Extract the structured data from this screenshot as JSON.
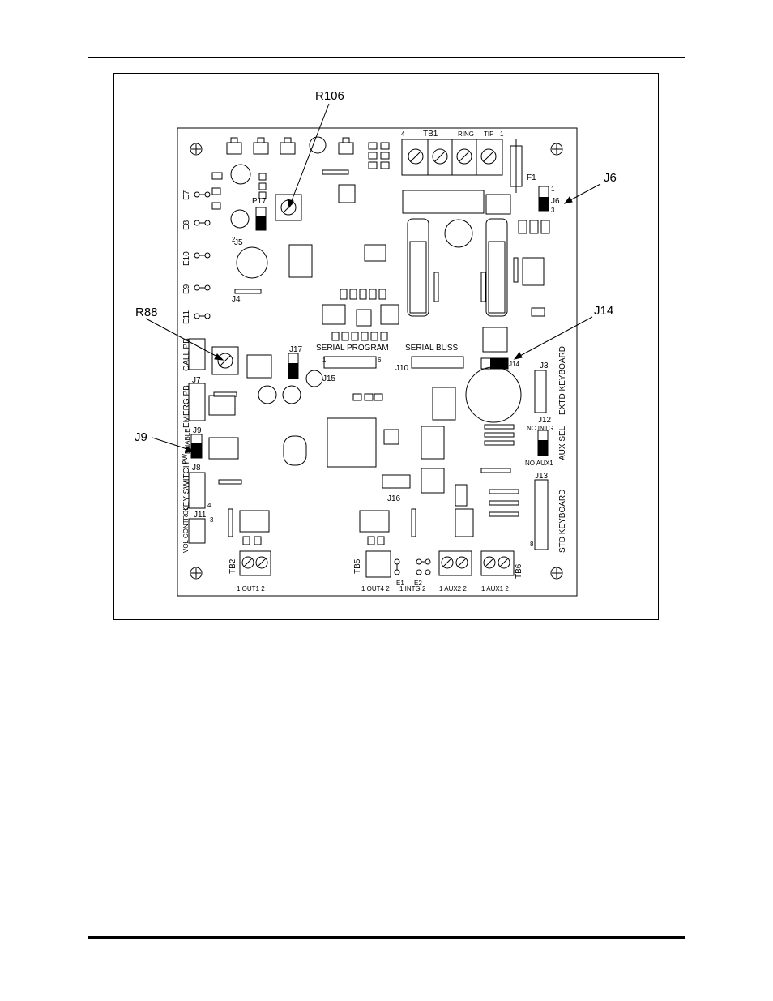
{
  "callouts": {
    "r106": "R106",
    "r88": "R88",
    "j9": "J9",
    "j6": "J6",
    "j14": "J14"
  },
  "board": {
    "tb1": "TB1",
    "ring": "RING",
    "tip": "TIP",
    "tb1_pin4": "4",
    "tb1_pin1": "1",
    "f1": "F1",
    "p17": "P17",
    "j6": "J6",
    "j6_pin1": "1",
    "j6_pin3": "3",
    "e7": "E7",
    "e8": "E8",
    "e10": "E10",
    "e9": "E9",
    "e11": "E11",
    "j5": "J5",
    "j4": "J4",
    "call_pb": "CALL PB",
    "emerg_pb": "EMERG PB",
    "j7": "J7",
    "j9": "J9",
    "enable": "ENABLE",
    "pw": "PW",
    "j8": "J8",
    "key_switch": "KEY SWITCH",
    "j11": "J11",
    "vol_control": "VOL CONTROL",
    "j17": "J17",
    "serial_program": "SERIAL PROGRAM",
    "j15": "J15",
    "serial_buss": "SERIAL BUSS",
    "j10": "J10",
    "j14": "J14",
    "j3": "J3",
    "extd_keyboard": "EXTD KEYBOARD",
    "j12": "J12",
    "nc_intg": "NC   INTG",
    "no_aux1": "NO   AUX1",
    "aux_sel": "AUX SEL",
    "j13": "J13",
    "std_keyboard": "STD KEYBOARD",
    "j16": "J16",
    "tb2": "TB2",
    "tb5": "TB5",
    "tb6": "TB6",
    "out1": "1 OUT1 2",
    "out4": "1 OUT4 2",
    "intg": "1  INTG 2",
    "aux2": "1 AUX2 2",
    "aux1": "1 AUX1 2",
    "e1": "E1",
    "e2": "E2",
    "pin1": "1",
    "pin2": "2",
    "pin3": "3",
    "pin4": "4",
    "pin6": "6",
    "pin8": "8"
  }
}
